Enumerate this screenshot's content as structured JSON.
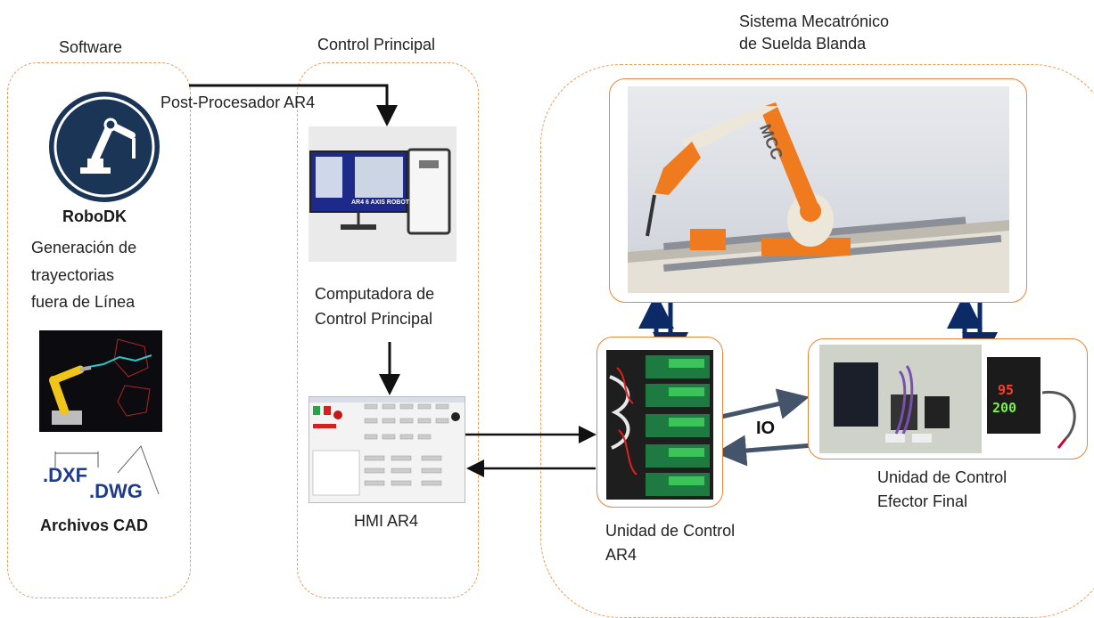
{
  "sections": {
    "software": "Software",
    "control_principal": "Control Principal",
    "sistema_line1": "Sistema Mecatrónico",
    "sistema_line2": "de Suelda Blanda"
  },
  "software": {
    "post_procesador": "Post-Procesador AR4",
    "robodk_label": "RoboDK",
    "gen_line1": "Generación de",
    "gen_line2": "trayectorias",
    "gen_line3": "fuera de Línea",
    "dxf": ".DXF",
    "dwg": ".DWG",
    "archivos_cad": "Archivos CAD"
  },
  "control": {
    "computer_screen_text": "AR4 6 AXIS ROBOT",
    "computadora_line1": "Computadora de",
    "computadora_line2": "Control Principal",
    "hmi_label": "HMI AR4"
  },
  "sistema": {
    "robot_logo": "MCC",
    "io_label": "IO",
    "unidad_ar4_line1": "Unidad de Control",
    "unidad_ar4_line2": "AR4",
    "unidad_efector_line1": "Unidad de Control",
    "unidad_efector_line2": "Efector Final",
    "display_top": "95",
    "display_bottom": "200"
  },
  "colors": {
    "dashed_border": "#ef9a56",
    "box_border": "#e8863a",
    "arrow_dark": "#0b2a66",
    "robodk_navy": "#1b3556",
    "robot_orange": "#f07a1e"
  }
}
